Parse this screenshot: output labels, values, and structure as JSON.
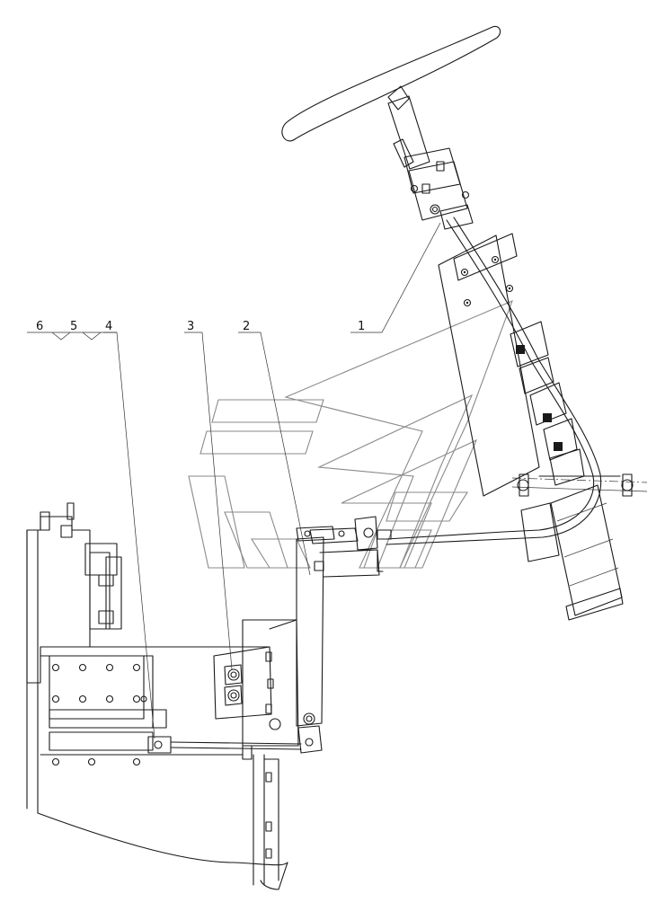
{
  "callouts": [
    {
      "id": "1",
      "label": "1"
    },
    {
      "id": "2",
      "label": "2"
    },
    {
      "id": "3",
      "label": "3"
    },
    {
      "id": "4",
      "label": "4"
    },
    {
      "id": "5",
      "label": "5"
    },
    {
      "id": "6",
      "label": "6"
    }
  ],
  "colors": {
    "line": "#1a1a1a",
    "background": "#ffffff",
    "watermark": "#8a8a8a"
  }
}
